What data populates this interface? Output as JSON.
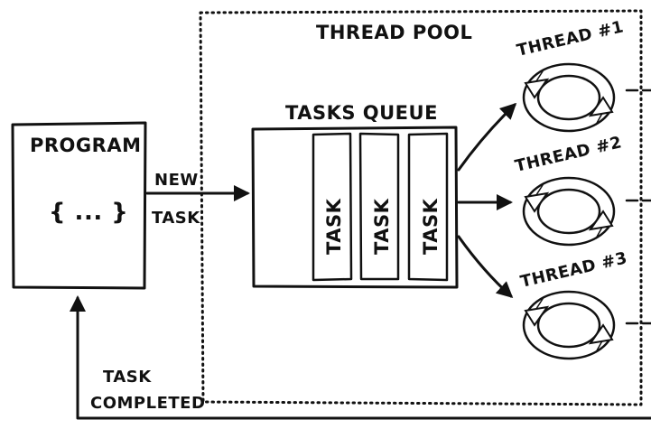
{
  "pool": {
    "title": "THREAD  POOL"
  },
  "program": {
    "title": "PROGRAM",
    "code": "{ ... }"
  },
  "input_arrow": {
    "line1": "NEW",
    "line2": "TASK"
  },
  "queue": {
    "title": "TASKS QUEUE",
    "tasks": [
      "TASK",
      "TASK",
      "TASK"
    ]
  },
  "threads": [
    {
      "label": "THREAD #1"
    },
    {
      "label": "THREAD #2"
    },
    {
      "label": "THREAD #3"
    }
  ],
  "return_arrow": {
    "line1": "TASK",
    "line2": "COMPLETED"
  }
}
